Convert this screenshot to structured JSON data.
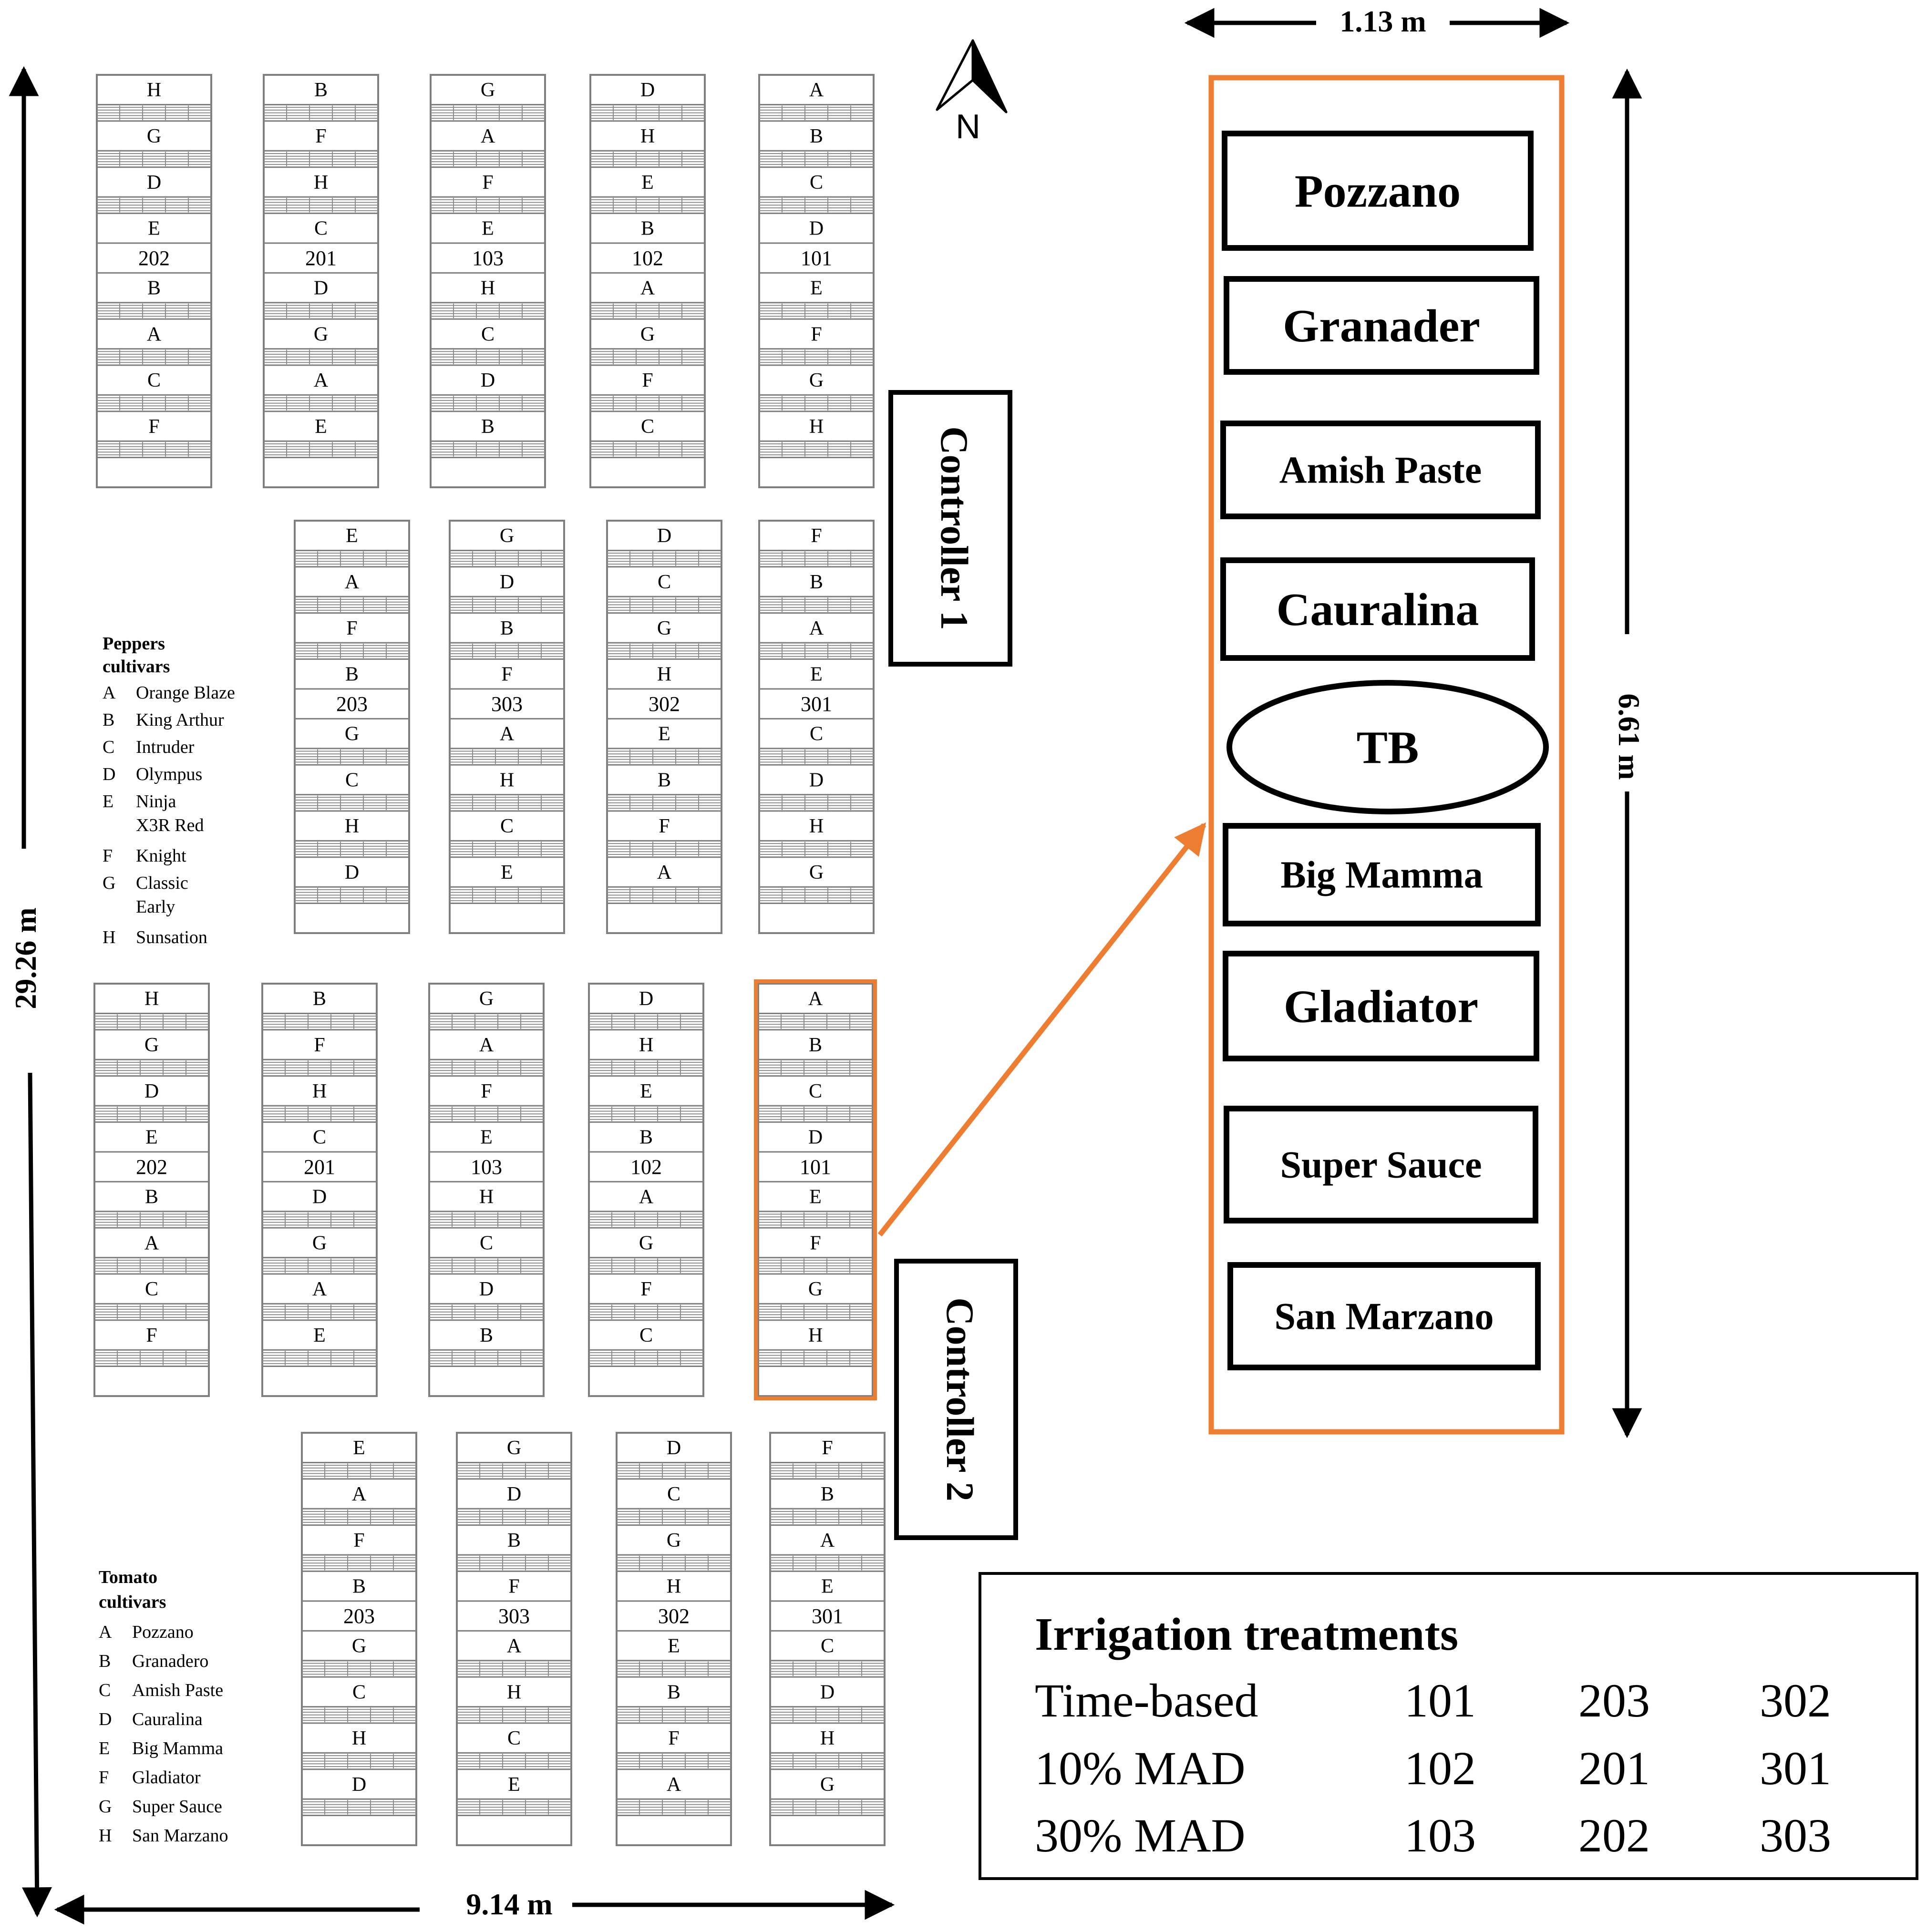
{
  "compass": {
    "label": "N"
  },
  "dimensions": {
    "field_height": "29.26 m",
    "field_width": "9.14 m",
    "plot_width": "1.13 m",
    "plot_length": "6.61 m"
  },
  "controllers": {
    "c1": "Controller 1",
    "c2": "Controller 2"
  },
  "peppers_legend": {
    "title_line1": "Peppers",
    "title_line2": "cultivars",
    "items": [
      {
        "code": "A",
        "lines": [
          "Orange Blaze"
        ]
      },
      {
        "code": "B",
        "lines": [
          "King Arthur"
        ]
      },
      {
        "code": "C",
        "lines": [
          "Intruder"
        ]
      },
      {
        "code": "D",
        "lines": [
          "Olympus"
        ]
      },
      {
        "code": "E",
        "lines": [
          "Ninja",
          "X3R Red"
        ]
      },
      {
        "code": "F",
        "lines": [
          "Knight"
        ]
      },
      {
        "code": "G",
        "lines": [
          "Classic",
          "Early"
        ]
      },
      {
        "code": "H",
        "lines": [
          "Sunsation"
        ]
      }
    ]
  },
  "tomato_legend": {
    "title_line1": "Tomato",
    "title_line2": "cultivars",
    "items": [
      {
        "code": "A",
        "lines": [
          "Pozzano"
        ]
      },
      {
        "code": "B",
        "lines": [
          "Granadero"
        ]
      },
      {
        "code": "C",
        "lines": [
          "Amish Paste"
        ]
      },
      {
        "code": "D",
        "lines": [
          "Cauralina"
        ]
      },
      {
        "code": "E",
        "lines": [
          "Big Mamma"
        ]
      },
      {
        "code": "F",
        "lines": [
          "Gladiator"
        ]
      },
      {
        "code": "G",
        "lines": [
          "Super Sauce"
        ]
      },
      {
        "code": "H",
        "lines": [
          "San Marzano"
        ]
      }
    ]
  },
  "field_blocks": [
    {
      "plots": [
        {
          "id": "202",
          "rows": [
            "H",
            "G",
            "D",
            "E",
            "B",
            "A",
            "C",
            "F"
          ]
        },
        {
          "id": "201",
          "rows": [
            "B",
            "F",
            "H",
            "C",
            "D",
            "G",
            "A",
            "E"
          ]
        },
        {
          "id": "103",
          "rows": [
            "G",
            "A",
            "F",
            "E",
            "H",
            "C",
            "D",
            "B"
          ]
        },
        {
          "id": "102",
          "rows": [
            "D",
            "H",
            "E",
            "B",
            "A",
            "G",
            "F",
            "C"
          ]
        },
        {
          "id": "101",
          "rows": [
            "A",
            "B",
            "C",
            "D",
            "E",
            "F",
            "G",
            "H"
          ]
        }
      ]
    },
    {
      "plots": [
        {
          "id": "203",
          "rows": [
            "E",
            "A",
            "F",
            "B",
            "G",
            "C",
            "H",
            "D"
          ]
        },
        {
          "id": "303",
          "rows": [
            "G",
            "D",
            "B",
            "F",
            "A",
            "H",
            "C",
            "E"
          ]
        },
        {
          "id": "302",
          "rows": [
            "D",
            "C",
            "G",
            "H",
            "E",
            "B",
            "F",
            "A"
          ]
        },
        {
          "id": "301",
          "rows": [
            "F",
            "B",
            "A",
            "E",
            "C",
            "D",
            "H",
            "G"
          ]
        }
      ]
    },
    {
      "plots": [
        {
          "id": "202",
          "rows": [
            "H",
            "G",
            "D",
            "E",
            "B",
            "A",
            "C",
            "F"
          ]
        },
        {
          "id": "201",
          "rows": [
            "B",
            "F",
            "H",
            "C",
            "D",
            "G",
            "A",
            "E"
          ]
        },
        {
          "id": "103",
          "rows": [
            "G",
            "A",
            "F",
            "E",
            "H",
            "C",
            "D",
            "B"
          ]
        },
        {
          "id": "102",
          "rows": [
            "D",
            "H",
            "E",
            "B",
            "A",
            "G",
            "F",
            "C"
          ]
        },
        {
          "id": "101",
          "rows": [
            "A",
            "B",
            "C",
            "D",
            "E",
            "F",
            "G",
            "H"
          ],
          "highlighted": true
        }
      ]
    },
    {
      "plots": [
        {
          "id": "203",
          "rows": [
            "E",
            "A",
            "F",
            "B",
            "G",
            "C",
            "H",
            "D"
          ]
        },
        {
          "id": "303",
          "rows": [
            "G",
            "D",
            "B",
            "F",
            "A",
            "H",
            "C",
            "E"
          ]
        },
        {
          "id": "302",
          "rows": [
            "D",
            "C",
            "G",
            "H",
            "E",
            "B",
            "F",
            "A"
          ]
        },
        {
          "id": "301",
          "rows": [
            "F",
            "B",
            "A",
            "E",
            "C",
            "D",
            "H",
            "G"
          ]
        }
      ]
    }
  ],
  "detail_plot": {
    "boxes": [
      "Pozzano",
      "Granader",
      "Amish Paste",
      "Cauralina",
      "TB",
      "Big Mamma",
      "Gladiator",
      "Super Sauce",
      "San Marzano"
    ]
  },
  "irrigation_table": {
    "title": "Irrigation treatments",
    "rows": [
      {
        "label": "Time-based",
        "values": [
          "101",
          "203",
          "302"
        ]
      },
      {
        "label": "10% MAD",
        "values": [
          "102",
          "201",
          "301"
        ]
      },
      {
        "label": "30% MAD",
        "values": [
          "103",
          "202",
          "303"
        ]
      }
    ]
  },
  "colors": {
    "accent": "#ed7d31",
    "line": "#000000",
    "grid": "#8c8c8c"
  }
}
